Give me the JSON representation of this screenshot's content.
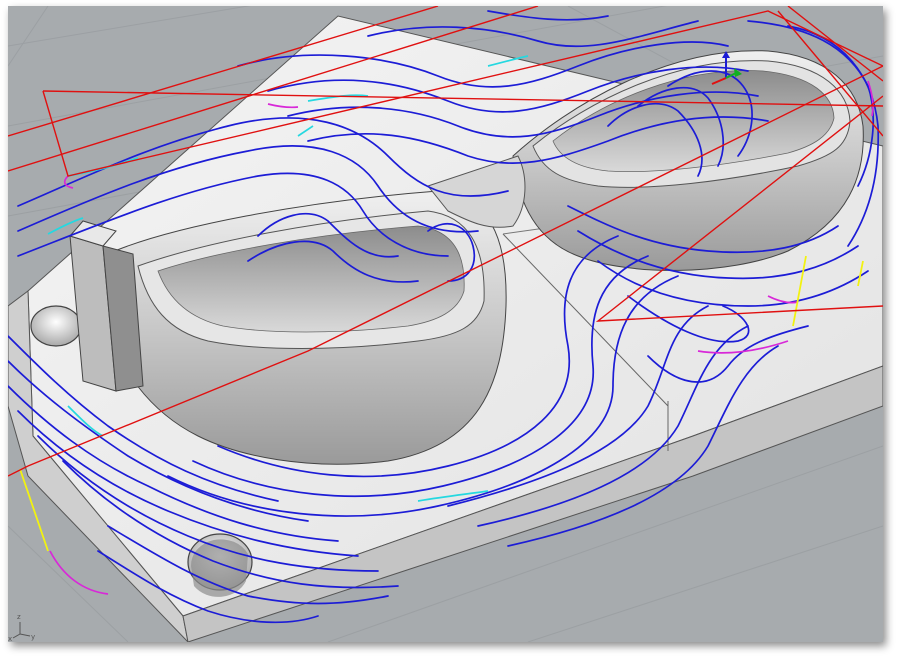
{
  "viewport": {
    "background_color": "#a7abae",
    "grid_color": "#9ca0a3"
  },
  "toolpath_colors": {
    "cut": "#1c1cd6",
    "rapid": "#e01010",
    "lead": "#d828d8",
    "link": "#25d8e0",
    "plunge": "#f2f210"
  },
  "axis_triad": {
    "x_label": "x",
    "y_label": "y",
    "z_label": "z"
  }
}
